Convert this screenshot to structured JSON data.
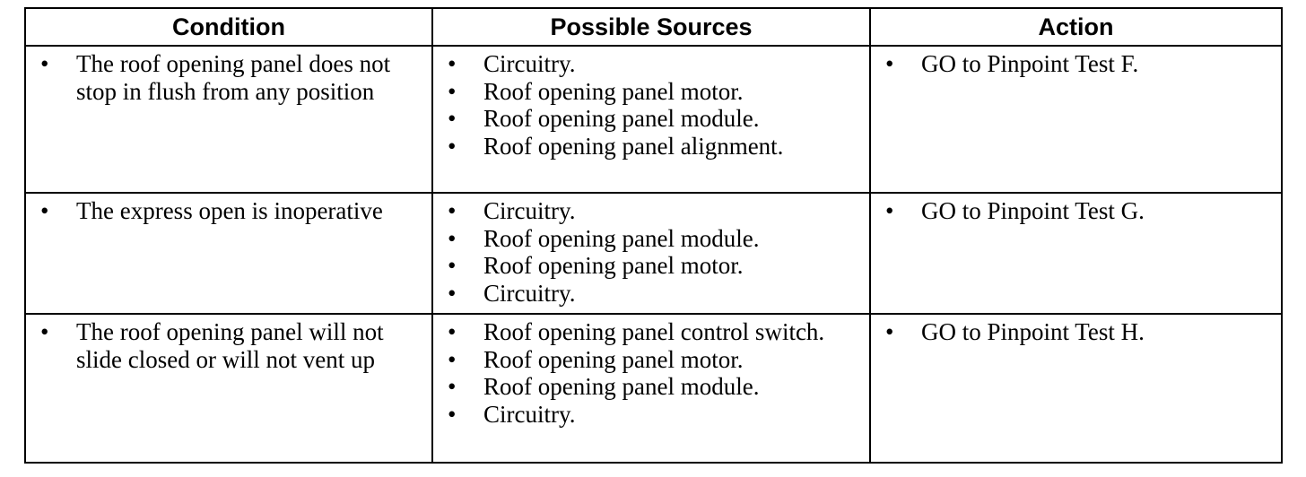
{
  "headers": {
    "condition": "Condition",
    "sources": "Possible Sources",
    "action": "Action"
  },
  "bullet": "•",
  "rows": [
    {
      "condition": "The roof opening panel does not stop in flush from any position",
      "sources": [
        "Circuitry.",
        "Roof opening panel motor.",
        "Roof opening panel module.",
        "Roof opening panel alignment."
      ],
      "action": "GO to Pinpoint Test F."
    },
    {
      "condition": "The express open is inoperative",
      "sources": [
        "Circuitry.",
        "Roof opening panel module.",
        "Roof opening panel motor.",
        "Circuitry."
      ],
      "action": "GO to Pinpoint Test G."
    },
    {
      "condition": "The roof opening panel will not slide closed or will not vent up",
      "sources": [
        "Roof opening panel control switch.",
        "Roof opening panel motor.",
        "Roof opening panel module.",
        "Circuitry."
      ],
      "action": "GO to Pinpoint Test H."
    }
  ]
}
